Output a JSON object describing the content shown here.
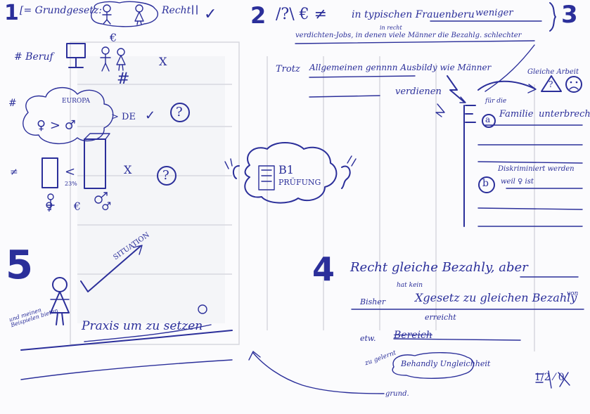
{
  "section1": {
    "number": "1",
    "grundgesetz": "[= Grundgesetz:",
    "recht": "Recht",
    "check": "✓",
    "beruf": "# Beruf",
    "euro": "€",
    "hash": "#",
    "x_mark": "X",
    "hash_left": "#",
    "europa": "EUROPA",
    "female_gt_male": "♀ > ♂",
    "gt_de": "> DE",
    "check2": "✓",
    "q1": "?",
    "neq": "≠",
    "lt": "<",
    "percent": "23%",
    "x2": "X",
    "q2": "?",
    "bottom_symbols": "♀ € ♂"
  },
  "center": {
    "title": "B1",
    "subtitle": "PRÜFUNG"
  },
  "section2": {
    "number": "2",
    "symbols": "/?\\ € ≠",
    "line1": "in typischen Frauenberu",
    "weniger": "weniger",
    "line2": "verdichten-Jobs, in denen viele Männer die Bezahlg. schlechter",
    "in_recht": "in recht",
    "trotz": "Trotz",
    "line3": "Allgemeinen gennnn Ausbildy wie Männer",
    "verdienen": "verdienen"
  },
  "section3": {
    "number": "3",
    "gleiche_arbeit": "Gleiche Arbeit",
    "warn": "?",
    "a_label": "a",
    "fur_die": "für die",
    "familie": "Familie",
    "unterbrechen": "unterbrechen",
    "b_label": "b",
    "line_b1": "Diskriminiert werden",
    "line_b2": "weil ♀ ist"
  },
  "section4": {
    "number": "4",
    "line1": "Recht gleiche Bezahly, aber",
    "bisher": "Bisher",
    "hat_kein": "hat kein",
    "line2": "Xgesetz zu gleichen Bezahly",
    "von": "von",
    "erreicht": "erreicht",
    "etw": "etw.",
    "erreicht2": "Bereich",
    "zu_gelernt": "zu gelernt",
    "cloud": "Behandly Ungleichheit",
    "grund": "grund."
  },
  "section5": {
    "number": "5",
    "situation": "SITUATION",
    "left_note": "und meinen Beispielen bieten",
    "line": "Praxis um zu setzen"
  },
  "corner": {
    "signature": "1/2 ⁄ 0"
  }
}
